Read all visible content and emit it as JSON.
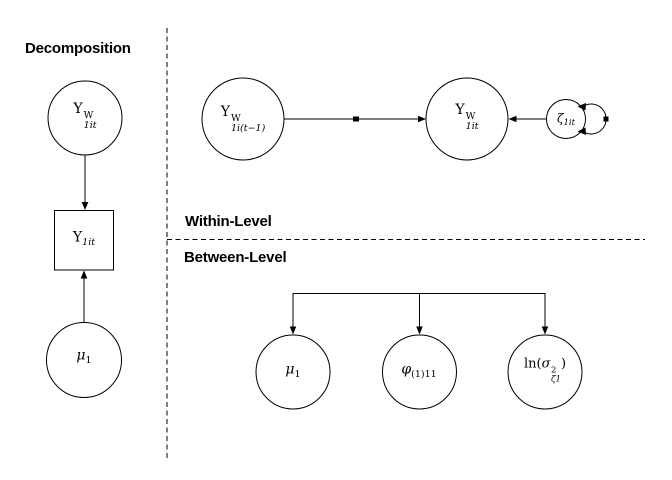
{
  "headings": {
    "decomposition": "Decomposition",
    "within_level": "Within-Level",
    "between_level": "Between-Level"
  },
  "nodes": {
    "within_component": {
      "base": "Y",
      "sup": "W",
      "sub": "1it"
    },
    "observed": {
      "base": "Y",
      "sub": "1it"
    },
    "mean_latent": {
      "base": "μ",
      "sub": "1"
    },
    "lagged_within": {
      "base": "Y",
      "sup": "W",
      "sub": "1i(t−1)"
    },
    "current_within": {
      "base": "Y",
      "sup": "W",
      "sub": "1it"
    },
    "innovation": {
      "base": "ζ",
      "sub": "1it"
    },
    "between_mean": {
      "base": "μ",
      "sub": "1"
    },
    "between_ar": {
      "base": "φ",
      "sub": "(1)11"
    },
    "between_logvar": {
      "pre": "ln(",
      "base": "σ",
      "sup": "2",
      "sub": "ζ1",
      "post": ")"
    }
  },
  "colors": {
    "stroke": "#000000",
    "background": "#ffffff",
    "text": "#000000"
  }
}
